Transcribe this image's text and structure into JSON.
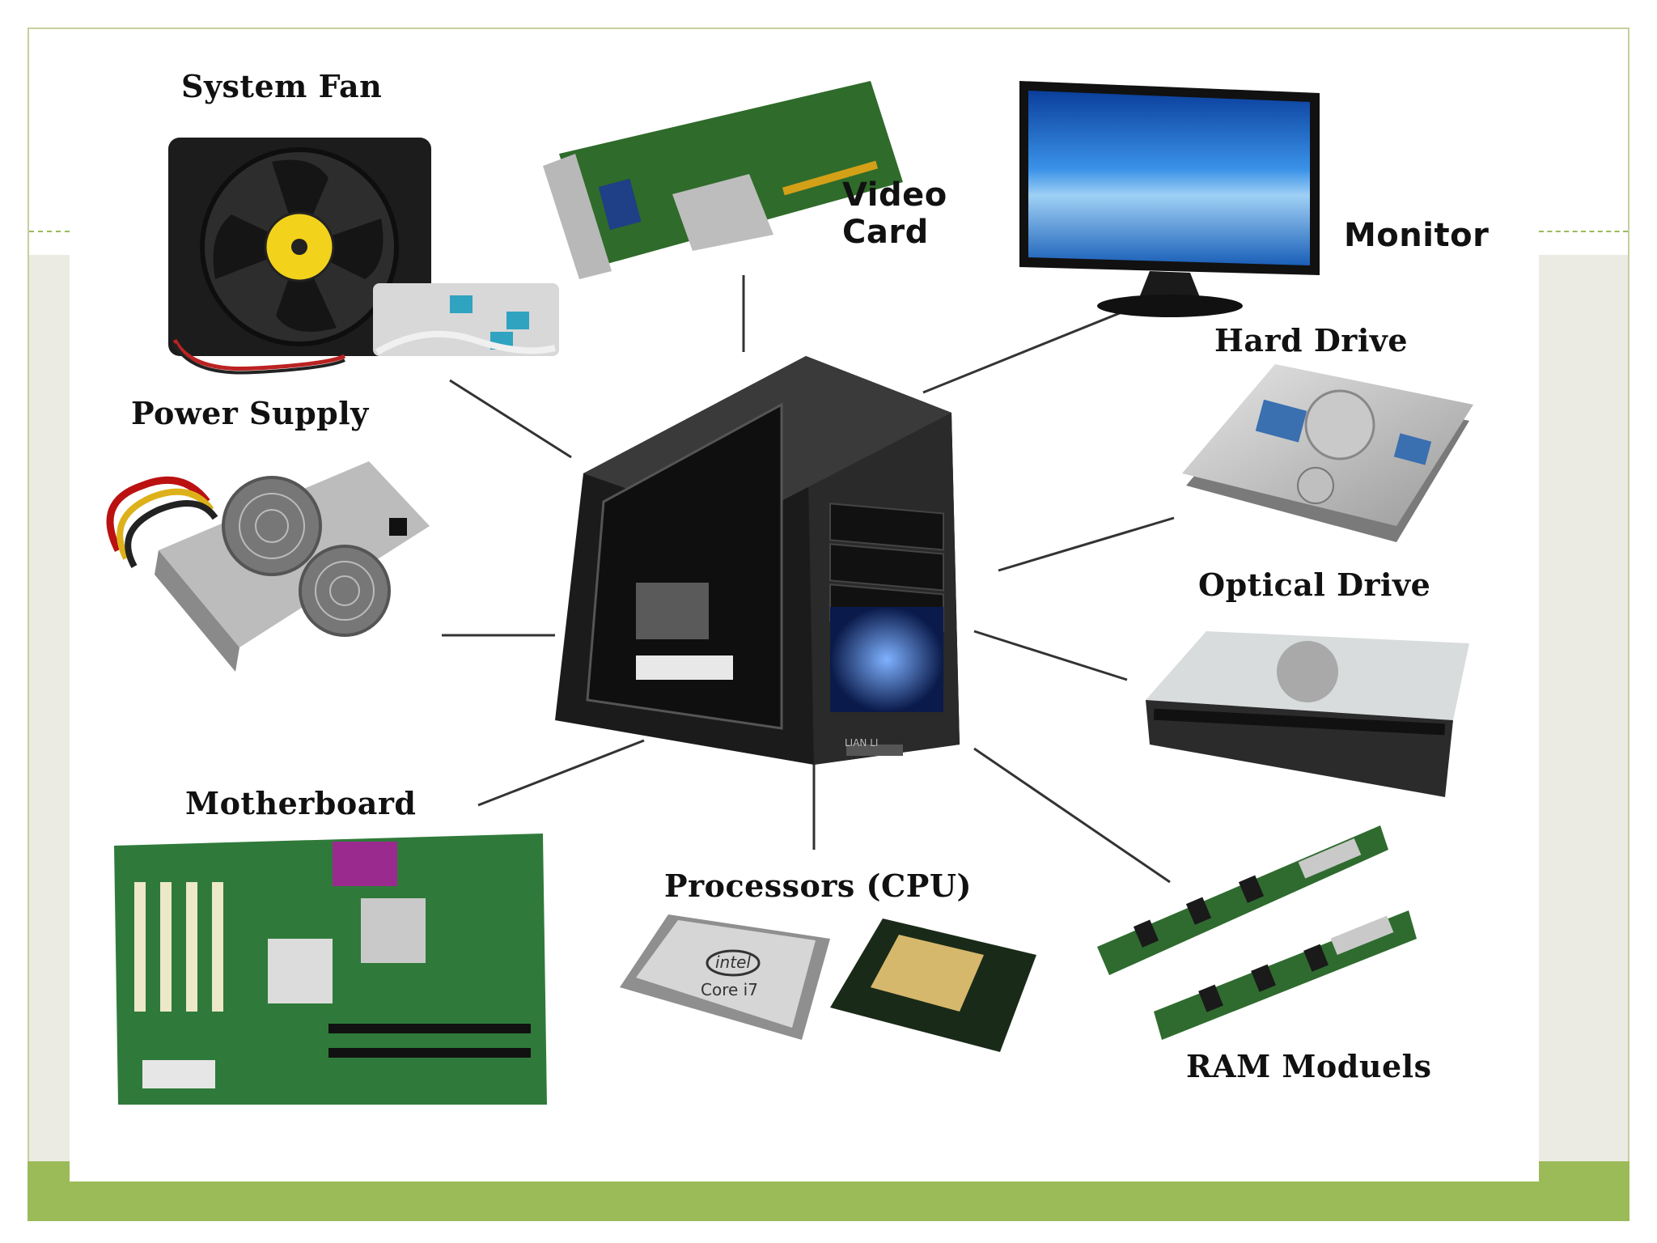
{
  "diagram": {
    "center": "computer-case",
    "components": [
      {
        "id": "system-fan",
        "label": "System Fan"
      },
      {
        "id": "video-card",
        "label": "Video Card"
      },
      {
        "id": "monitor",
        "label": "Monitor"
      },
      {
        "id": "hard-drive",
        "label": "Hard Drive"
      },
      {
        "id": "power-supply",
        "label": "Power Supply"
      },
      {
        "id": "optical-drive",
        "label": "Optical Drive"
      },
      {
        "id": "motherboard",
        "label": "Motherboard"
      },
      {
        "id": "processors",
        "label": "Processors (CPU)"
      },
      {
        "id": "ram",
        "label": "RAM Moduels"
      }
    ],
    "cpu_brand": "intel",
    "cpu_model": "Core i7",
    "case_brand": "LIAN LI"
  },
  "colors": {
    "accent_green": "#9bbb59",
    "panel_beige": "#ecebe3",
    "screen_blue": "#1a73d1"
  }
}
